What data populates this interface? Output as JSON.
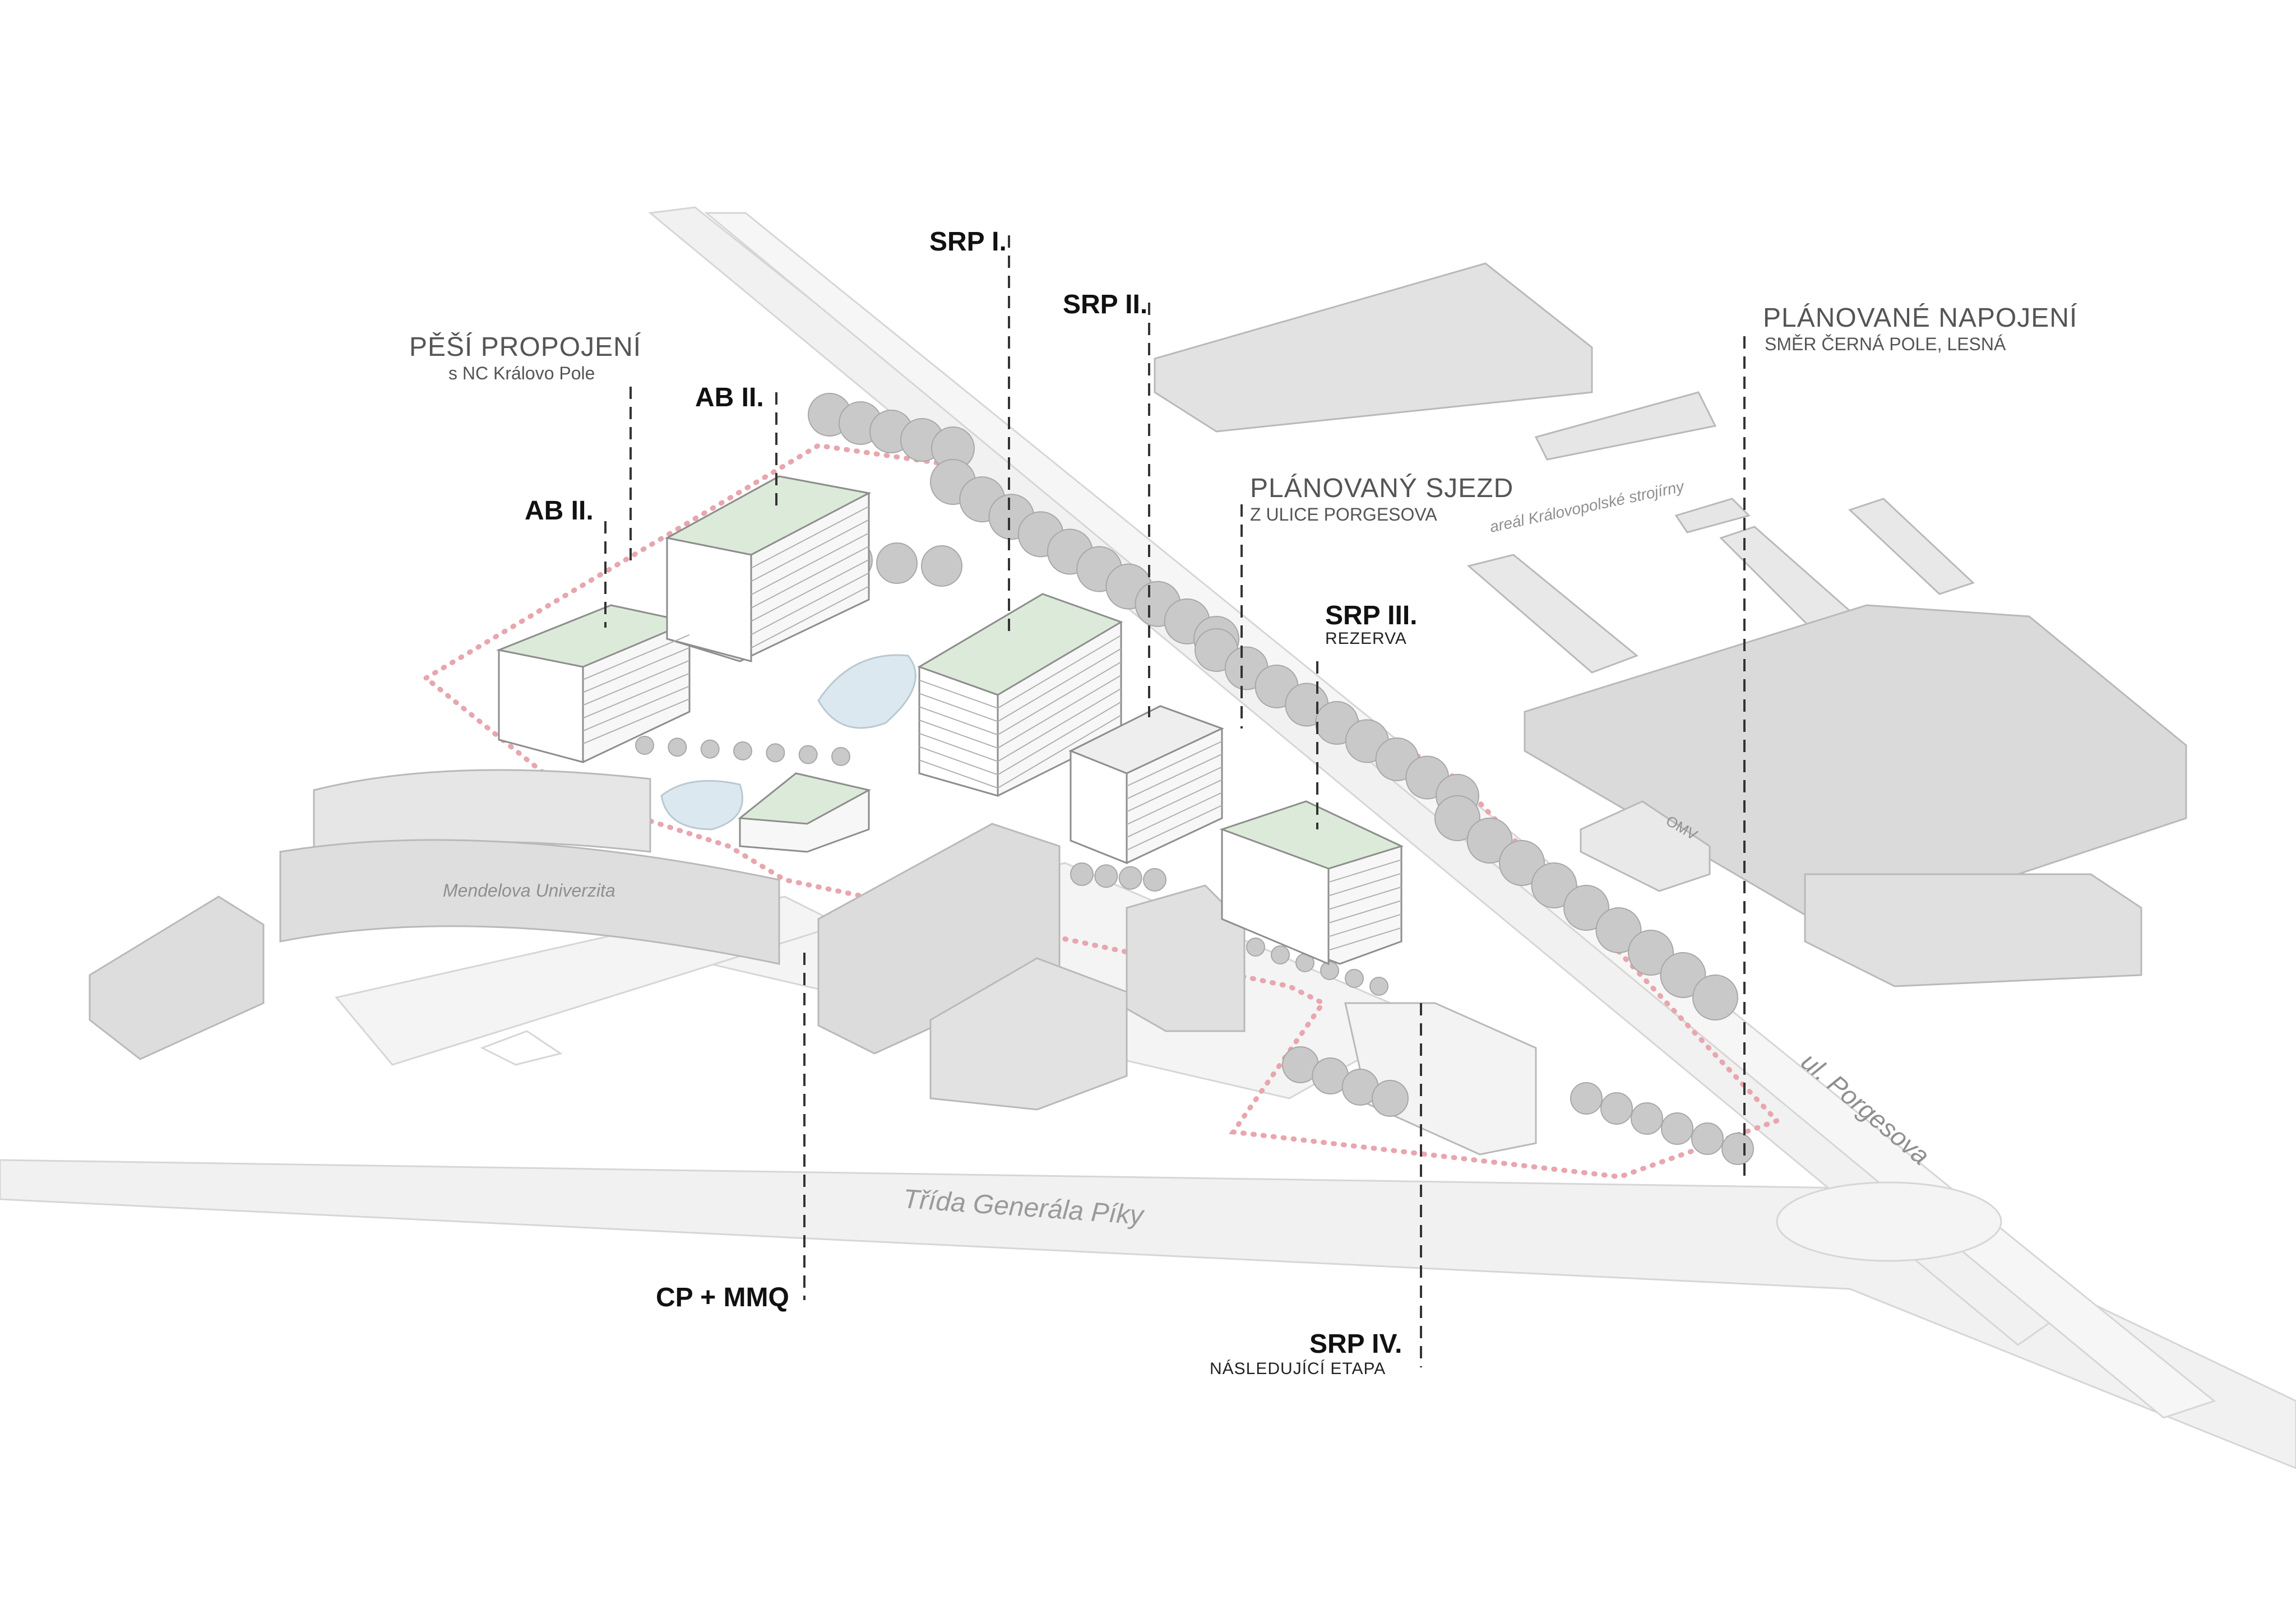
{
  "labels": {
    "srp1": "SRP I.",
    "srp2": "SRP II.",
    "srp3": "SRP III.",
    "srp3_note": "REZERVA",
    "srp4": "SRP IV.",
    "srp4_note": "NÁSLEDUJÍCÍ ETAPA",
    "ab2_a": "AB II.",
    "ab2_b": "AB II.",
    "cp_mmq": "CP + MMQ",
    "pesi_title": "PĚŠÍ PROPOJENÍ",
    "pesi_sub": "s NC Královo Pole",
    "sjezd_title": "PLÁNOVANÝ SJEZD",
    "sjezd_sub": "Z ULICE PORGESOVA",
    "napojeni_title": "PLÁNOVANÉ NAPOJENÍ",
    "napojeni_sub": "SMĚR ČERNÁ POLE, LESNÁ"
  },
  "map_labels": {
    "mendelova": "Mendelova Univerzita",
    "trida": "Třída Generála Píky",
    "porgesova": "ul. Porgesova",
    "areal": "areál Královopolské strojírny",
    "omv": "OMV"
  },
  "colors": {
    "boundary": "#e8a6ae",
    "building_light": "#f2f2f2",
    "building_mid": "#e2e2e2",
    "building_dark": "#cfcfcf",
    "roof_green": "#dcebd9",
    "road": "#eeeeee",
    "tree": "#c8c8c8",
    "leader": "#333333",
    "water": "#dce8ef"
  }
}
